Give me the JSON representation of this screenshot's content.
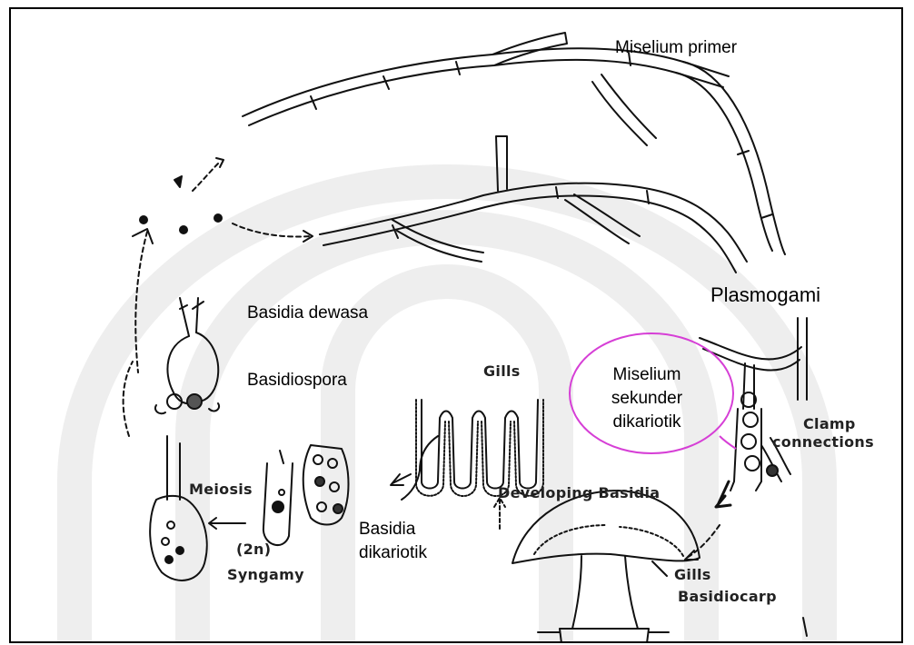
{
  "labels": {
    "miselium_primer": "Miselium primer",
    "plasmogami": "Plasmogami",
    "basidia_dewasa": "Basidia dewasa",
    "basidiospora": "Basidiospora",
    "miselium_sekunder_line1": "Miselium",
    "miselium_sekunder_line2": "sekunder",
    "miselium_sekunder_line3": "dikariotik",
    "basidia_dikariotik_line1": "Basidia",
    "basidia_dikariotik_line2": "dikariotik"
  },
  "figure_labels": {
    "gills_top": "Gills",
    "clamp_line1": "Clamp",
    "clamp_line2": "connections",
    "developing_basidia": "Developing Basidia",
    "meiosis": "Meiosis",
    "two_n": "(2n)",
    "syngamy": "Syngamy",
    "gills_bottom": "Gills",
    "basidiocarp": "Basidiocarp"
  },
  "colors": {
    "highlight_oval": "#d63fd6",
    "watermark": "#eeeeee",
    "ink": "#111111"
  }
}
